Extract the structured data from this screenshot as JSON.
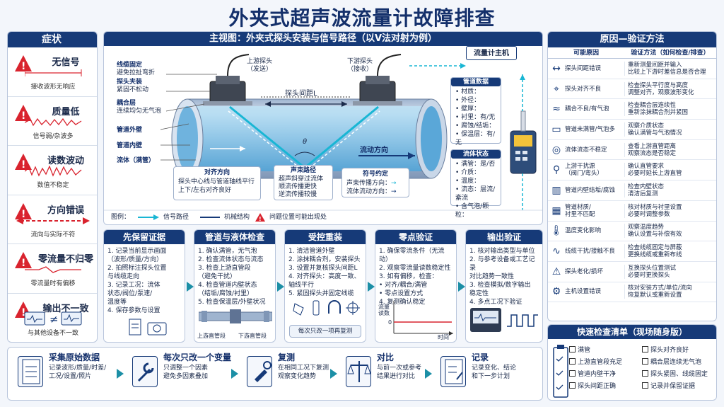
{
  "title": "外夹式超声波流量计故障排查",
  "symptoms": {
    "header": "症状",
    "items": [
      {
        "name": "无信号",
        "desc": "接收波形无响应"
      },
      {
        "name": "质量低",
        "desc": "信号弱/杂波多"
      },
      {
        "name": "读数波动",
        "desc": "数值不稳定"
      },
      {
        "name": "方向错误",
        "desc": "流向与实际不符"
      },
      {
        "name": "零流量不归零",
        "desc": "零流量时有偏移"
      },
      {
        "name": "输出不一致",
        "desc": "与其他设备不一致"
      }
    ]
  },
  "main": {
    "header": "主视图：外夹式探头安装与信号路径（以V法对射为例）",
    "left_labels": [
      {
        "t": "线缆固定",
        "d": "避免拉扯弯折"
      },
      {
        "t": "探头夹装",
        "d": "紧固不松动"
      },
      {
        "t": "耦合层",
        "d": "连续均匀无气泡"
      },
      {
        "t": "管道外壁",
        "d": ""
      },
      {
        "t": "管道内壁",
        "d": ""
      },
      {
        "t": "流体（满管）",
        "d": ""
      }
    ],
    "upstream": "上游探头\n（发送）",
    "downstream": "下游探头\n（接收）",
    "spacing": "探头间距L",
    "theta": "θ",
    "flow_dir": "流动方向",
    "host": "流量计主机",
    "pipe_data": {
      "header": "管道数据",
      "items": [
        "• 材质：",
        "• 外径：",
        "• 壁厚：",
        "• 衬里：有/无",
        "• 腐蚀/结垢：",
        "• 保温层：有/无"
      ]
    },
    "fluid": {
      "header": "流体状态",
      "items": [
        "• 满管：是/否",
        "• 介质：",
        "• 温度：",
        "• 流态：层流/紊流",
        "• 含气泡/颗粒："
      ]
    },
    "align": {
      "header": "对齐方向",
      "lines": [
        "探头中心线与管道轴线平行",
        "上下/左右对齐良好"
      ]
    },
    "path": {
      "header": "声束路径",
      "lines": [
        "超声斜穿过流体",
        "顺流传播更快",
        "逆流传播较慢"
      ]
    },
    "symbols": {
      "header": "符号约定",
      "lines": [
        "声束传播方向：",
        "流体流动方向："
      ]
    },
    "legend": {
      "prefix": "图例：",
      "signal": "信号路径",
      "mech": "机械结构",
      "issue": "问题位置可能出现处"
    }
  },
  "steps": [
    {
      "title": "先保留证据",
      "lines": [
        "1. 记录当前显示画面",
        "（波形/质量/方向）",
        "2. 拍照标注探头位置",
        "与线缆走向",
        "3. 记录工况：流体",
        "状态/阀位/泵速/",
        "温度等",
        "4. 保存参数与设置"
      ]
    },
    {
      "title": "管道与液体检查",
      "lines": [
        "1. 确认满管，无气泡",
        "2. 检查流体状态与流态",
        "3. 检查上游直管段",
        "（避免干扰）",
        "4. 检查管道内壁状态",
        "（结垢/腐蚀/衬里）",
        "5. 检查保温层/外壁状况"
      ],
      "up_label": "上游直管段",
      "down_label": "下游直管段"
    },
    {
      "title": "受控重装",
      "lines": [
        "1. 清洁管道外壁",
        "2. 涂抹耦合剂，安装探头",
        "3. 设置并复核探头间距L",
        "4. 对齐探头：高度一致、",
        "轴线平行",
        "5. 紧固探头并固定线缆"
      ],
      "note": "每次只改一项再复测"
    },
    {
      "title": "零点验证",
      "lines": [
        "1. 确保零流条件（无流动）",
        "2. 观察零流量读数稳定性",
        "3. 如有偏移，检查：",
        "• 对齐/耦合/满管",
        "• 零点设置方式",
        "4. 复测确认稳定"
      ],
      "y_axis": "流量\n读数",
      "x_axis": "时间",
      "zero": "0"
    },
    {
      "title": "输出验证",
      "lines": [
        "1. 核对输出类型与单位",
        "2. 与参考设备或工艺记录",
        "对比趋势一致性",
        "3. 检查模拟/数字输出",
        "稳定性",
        "4. 多点工况下验证"
      ]
    }
  ],
  "causes": {
    "header": "原因—验证方法",
    "col1": "可能原因",
    "col2": "验证方法（如何检查/排查）",
    "rows": [
      {
        "icon": "↔",
        "cause": "探头间距错误",
        "verify": "重新测量间距并输入\n比较上下游时差信息是否合理"
      },
      {
        "icon": "⌖",
        "cause": "探头对齐不良",
        "verify": "检查探头平行度与高度\n调整对齐，观察波形变化"
      },
      {
        "icon": "≈",
        "cause": "耦合不良/有气泡",
        "verify": "检查耦合层连续性\n重新涂抹耦合剂并紧固"
      },
      {
        "icon": "▭",
        "cause": "管道未满管/气泡多",
        "verify": "观察介质状态\n确认满管与气泡情况"
      },
      {
        "icon": "◎",
        "cause": "流体流态不稳定",
        "verify": "查看上游直管距离\n观察流态是否稳定"
      },
      {
        "icon": "⚲",
        "cause": "上游干扰源\n（阀门/弯头）",
        "verify": "确认直管要求\n必要时延长上游直管"
      },
      {
        "icon": "▥",
        "cause": "管道内壁结垢/腐蚀",
        "verify": "检查内壁状态\n清洁后复测"
      },
      {
        "icon": "▦",
        "cause": "管道材质/\n衬里不匹配",
        "verify": "核对材质与衬里设置\n必要时调整参数"
      },
      {
        "icon": "🌡",
        "cause": "温度变化影响",
        "verify": "观察温度趋势\n确认设置与补偿有效"
      },
      {
        "icon": "∿",
        "cause": "线缆干扰/接触不良",
        "verify": "检查线缆固定与屏蔽\n更换线缆或重新布线"
      },
      {
        "icon": "⚠",
        "cause": "探头老化/损坏",
        "verify": "互换探头位置测试\n必要时更换探头"
      },
      {
        "icon": "⚙",
        "cause": "主机设置错误",
        "verify": "核对安装方式/单位/流向\n恢复默认或重新设置"
      }
    ]
  },
  "quick": {
    "header": "快速检查清单（现场随身版）",
    "items": [
      "满管",
      "探头对齐良好",
      "上游直管段充足",
      "耦合层连续无气泡",
      "管道内壁干净",
      "探头紧固、线缆固定",
      "探头间距正确",
      "记录并保留证据"
    ]
  },
  "flow": [
    {
      "title": "采集原始数据",
      "lines": [
        "记录波形/质量/时差/",
        "工况/设置/照片"
      ]
    },
    {
      "title": "每次只改一个变量",
      "lines": [
        "只调整一个因素",
        "避免多因素叠加"
      ]
    },
    {
      "title": "复测",
      "lines": [
        "在相同工况下复测",
        "观察变化趋势"
      ]
    },
    {
      "title": "对比",
      "lines": [
        "与前一次或参考",
        "结果进行对比"
      ]
    },
    {
      "title": "记录",
      "lines": [
        "记录变化、结论",
        "和下一步计划"
      ]
    }
  ],
  "colors": {
    "navy": "#163a78",
    "signal": "#19b6d4",
    "warn": "#d9232e",
    "teal": "#1c8fa6"
  }
}
